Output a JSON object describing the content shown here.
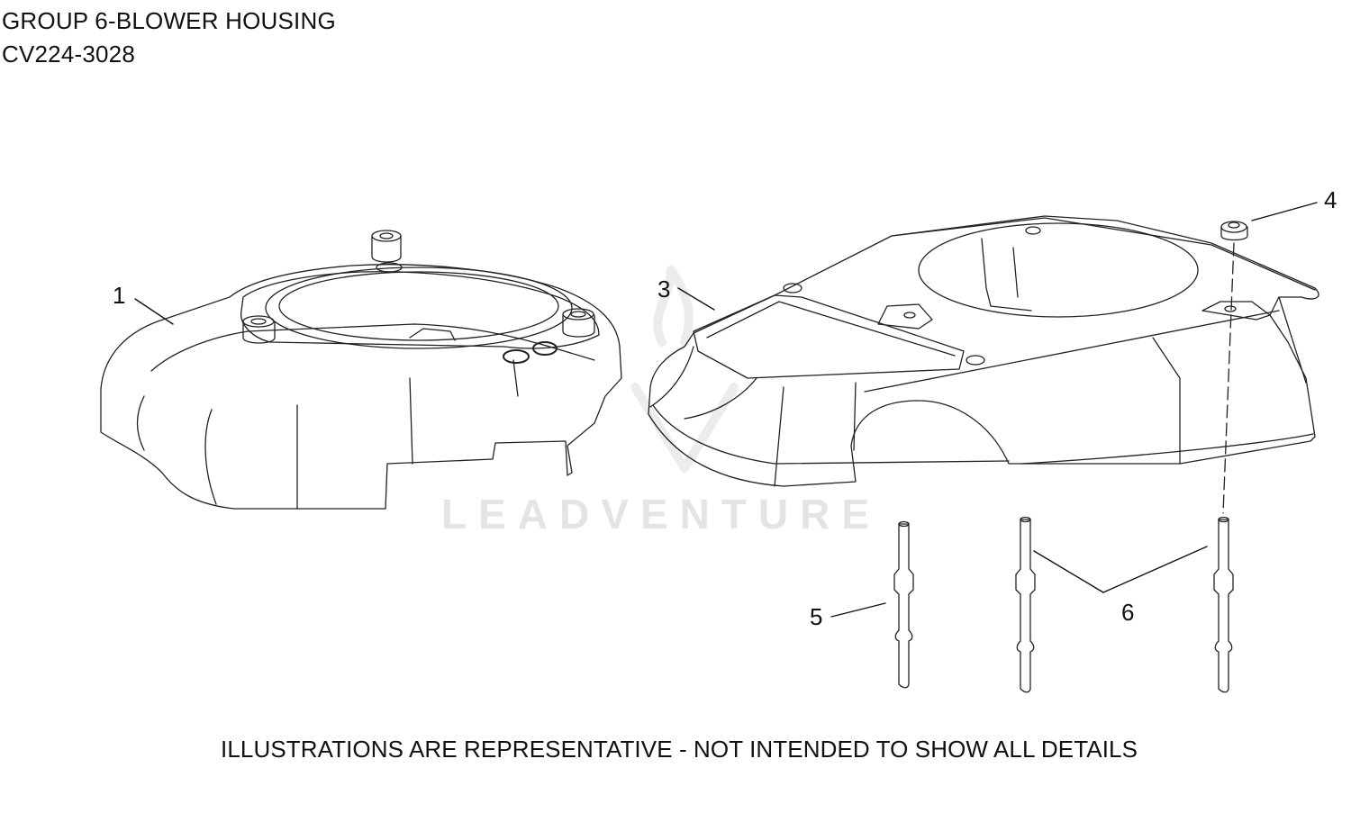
{
  "header": {
    "title": "GROUP 6-BLOWER HOUSING",
    "model": "CV224-3028"
  },
  "watermark": "LEADVENTURE",
  "footer": {
    "disclaimer": "ILLUSTRATIONS ARE REPRESENTATIVE - NOT INTENDED TO SHOW ALL DETAILS"
  },
  "callouts": {
    "c1": "1",
    "c3": "3",
    "c4": "4",
    "c5": "5",
    "c6": "6"
  }
}
